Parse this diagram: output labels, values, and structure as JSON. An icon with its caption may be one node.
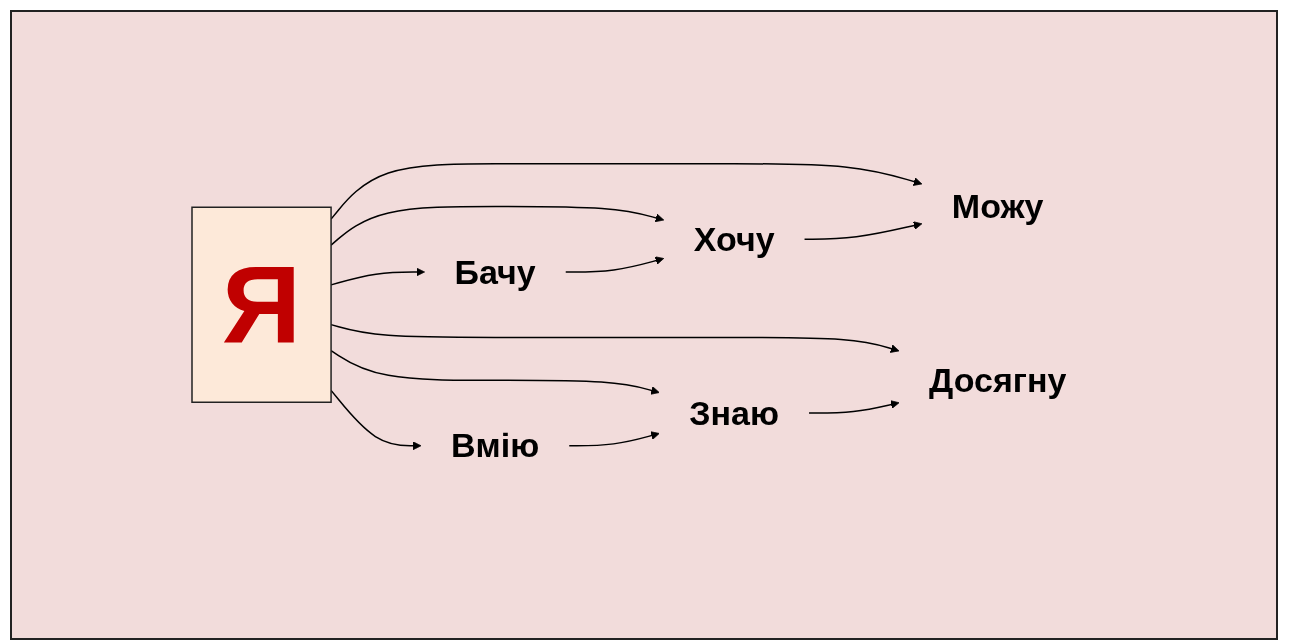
{
  "diagram": {
    "nodes": [
      {
        "text": [
          "Можу"
        ]
      },
      {
        "text": [
          "Досягну"
        ]
      },
      {
        "text": [
          "Я"
        ]
      },
      {
        "text": [
          "Хочу"
        ]
      },
      {
        "text": [
          "Знаю"
        ]
      },
      {
        "text": [
          "Бачу"
        ]
      },
      {
        "text": [
          "Вмію"
        ]
      }
    ],
    "edges": [
      {
        "from": 2,
        "to": 0,
        "arrow": "to"
      },
      {
        "from": 2,
        "to": 3,
        "arrow": "to"
      },
      {
        "from": 2,
        "to": 5,
        "arrow": "to"
      },
      {
        "from": 2,
        "to": 1,
        "arrow": "to"
      },
      {
        "from": 2,
        "to": 4,
        "arrow": "to"
      },
      {
        "from": 2,
        "to": 6,
        "arrow": "to"
      },
      {
        "from": 5,
        "to": 3,
        "arrow": "to"
      },
      {
        "from": 3,
        "to": 0,
        "arrow": "to"
      },
      {
        "from": 6,
        "to": 4,
        "arrow": "to"
      },
      {
        "from": 4,
        "to": 1,
        "arrow": "to"
      }
    ]
  }
}
